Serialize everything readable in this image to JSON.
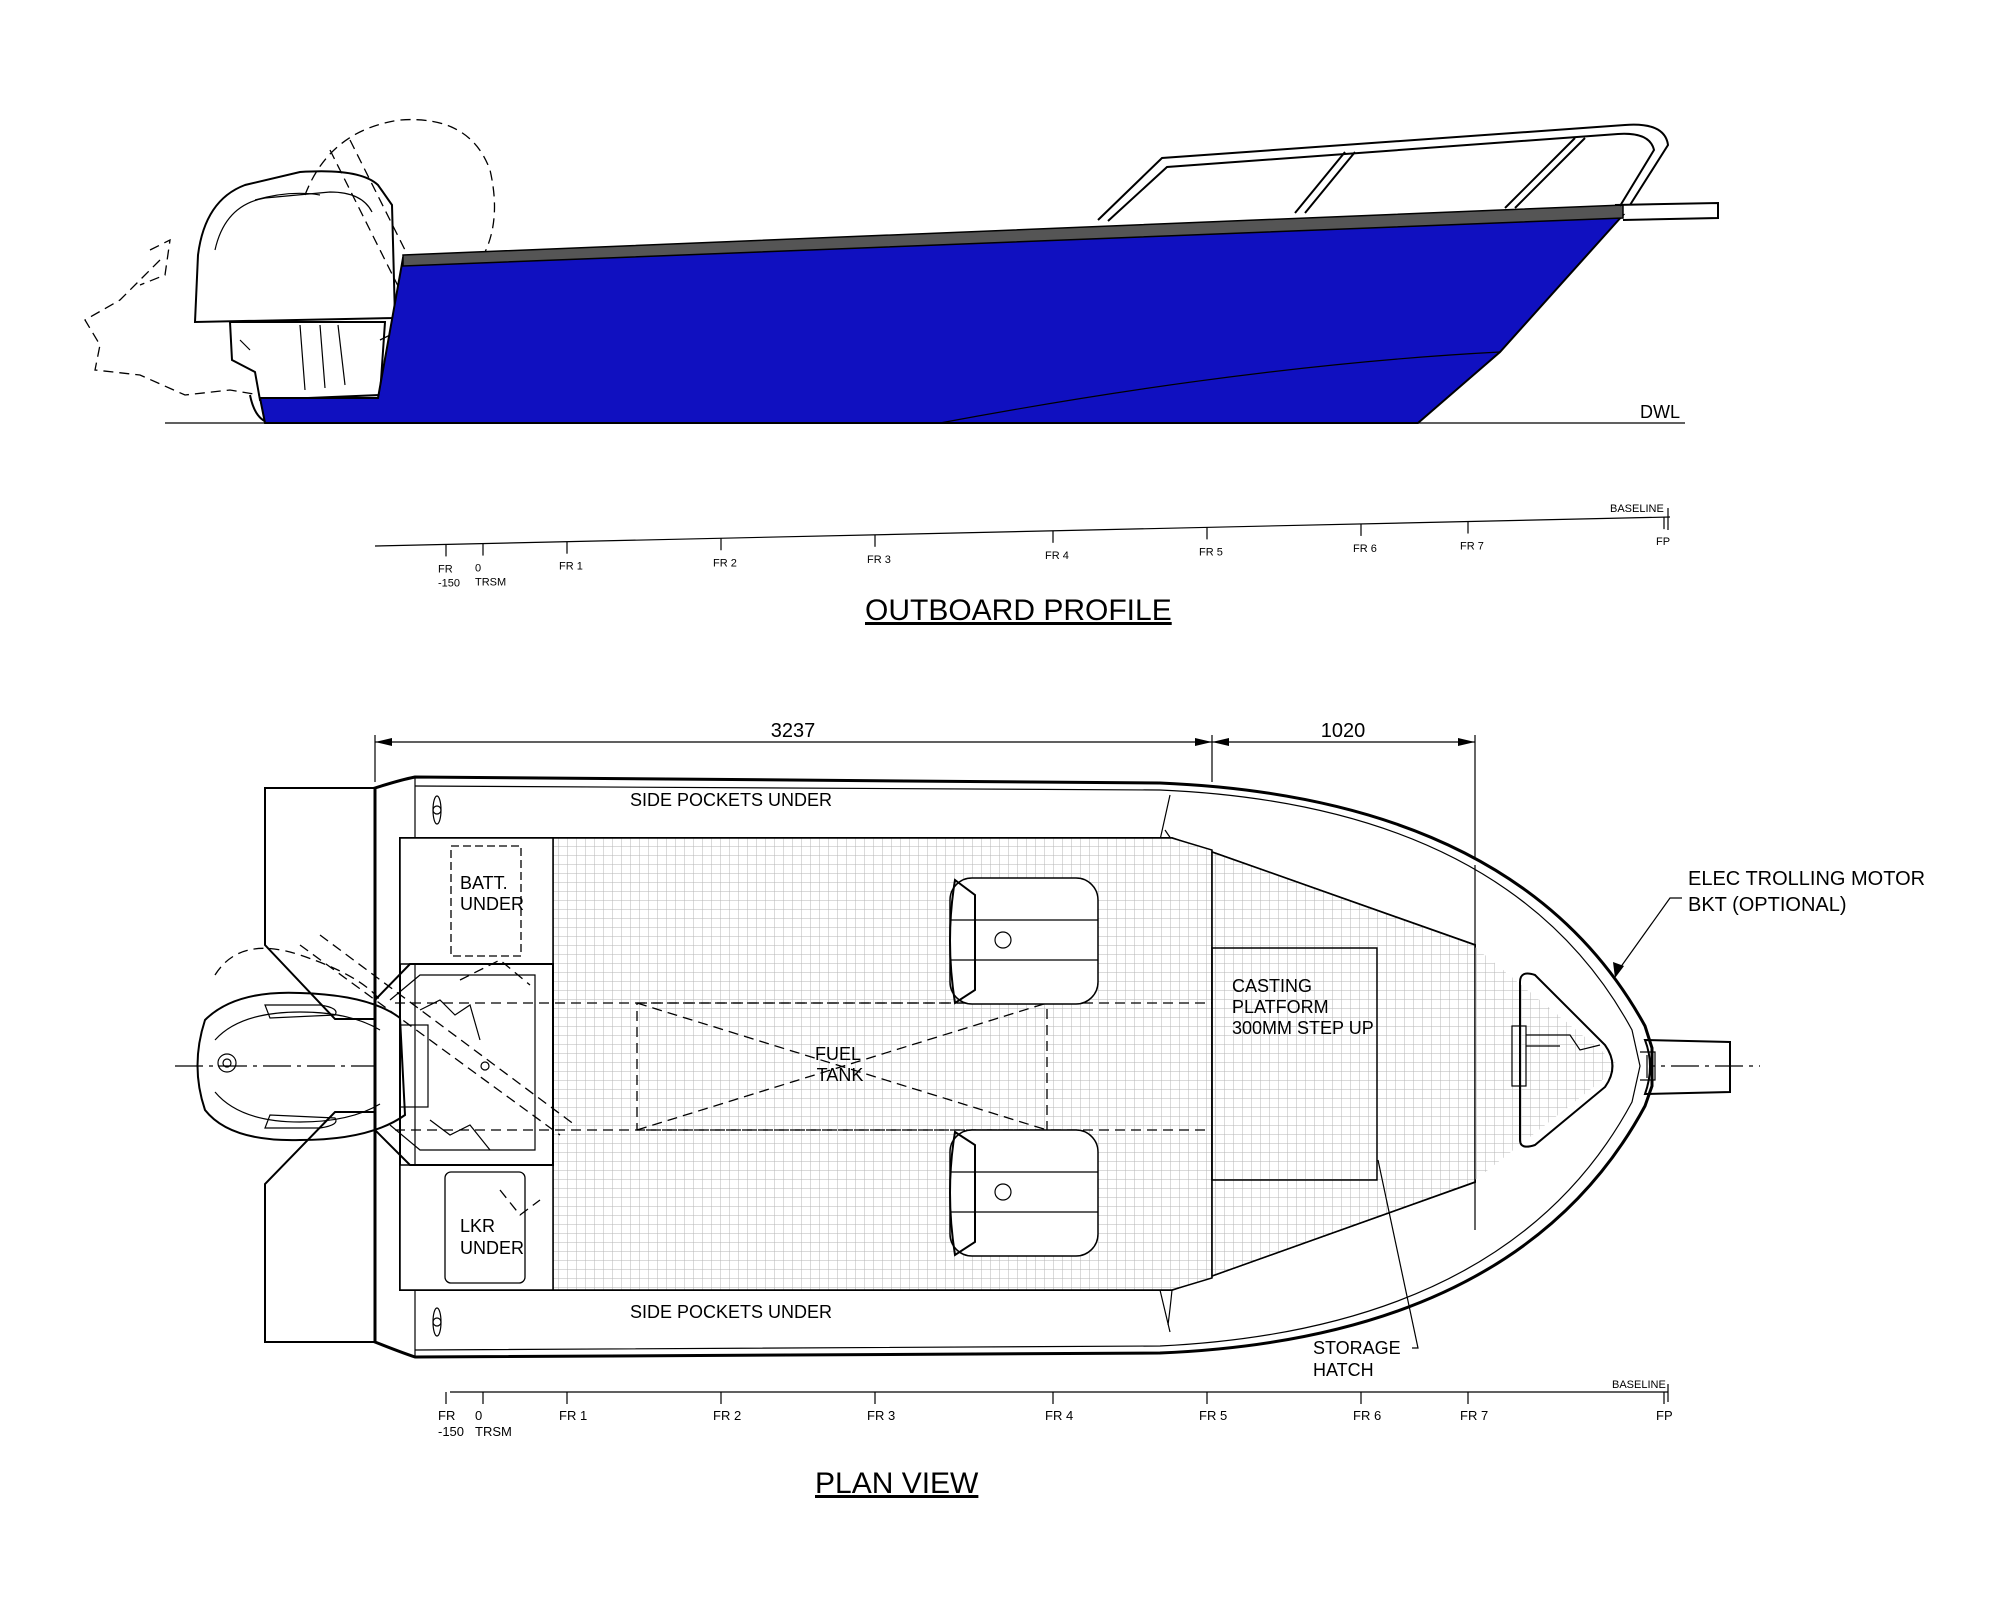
{
  "profile": {
    "title": "OUTBOARD PROFILE",
    "dwl_label": "DWL",
    "baseline_label": "BASELINE",
    "hull_color": "#1010c0",
    "frames": [
      {
        "label": "FR",
        "sub": "-150"
      },
      {
        "label": "0",
        "sub": "TRSM"
      },
      {
        "label": "FR 1",
        "sub": ""
      },
      {
        "label": "FR 2",
        "sub": ""
      },
      {
        "label": "FR 3",
        "sub": ""
      },
      {
        "label": "FR 4",
        "sub": ""
      },
      {
        "label": "FR 5",
        "sub": ""
      },
      {
        "label": "FR 6",
        "sub": ""
      },
      {
        "label": "FR 7",
        "sub": ""
      },
      {
        "label": "FP",
        "sub": ""
      }
    ]
  },
  "plan": {
    "title": "PLAN VIEW",
    "baseline_label": "BASELINE",
    "dim_aft": "3237",
    "dim_fwd": "1020",
    "side_pockets_top": "SIDE POCKETS UNDER",
    "side_pockets_bottom": "SIDE POCKETS UNDER",
    "batt_line1": "BATT.",
    "batt_line2": "UNDER",
    "lkr_line1": "LKR",
    "lkr_line2": "UNDER",
    "fuel_line1": "FUEL",
    "fuel_line2": "TANK",
    "casting_line1": "CASTING",
    "casting_line2": "PLATFORM",
    "casting_line3": "300MM STEP UP",
    "storage_line1": "STORAGE",
    "storage_line2": "HATCH",
    "trolling_line1": "ELEC TROLLING MOTOR",
    "trolling_line2": "BKT (OPTIONAL)",
    "frames": [
      {
        "label": "FR",
        "sub": "-150"
      },
      {
        "label": "0",
        "sub": "TRSM"
      },
      {
        "label": "FR 1",
        "sub": ""
      },
      {
        "label": "FR 2",
        "sub": ""
      },
      {
        "label": "FR 3",
        "sub": ""
      },
      {
        "label": "FR 4",
        "sub": ""
      },
      {
        "label": "FR 5",
        "sub": ""
      },
      {
        "label": "FR 6",
        "sub": ""
      },
      {
        "label": "FR 7",
        "sub": ""
      },
      {
        "label": "FP",
        "sub": ""
      }
    ]
  }
}
